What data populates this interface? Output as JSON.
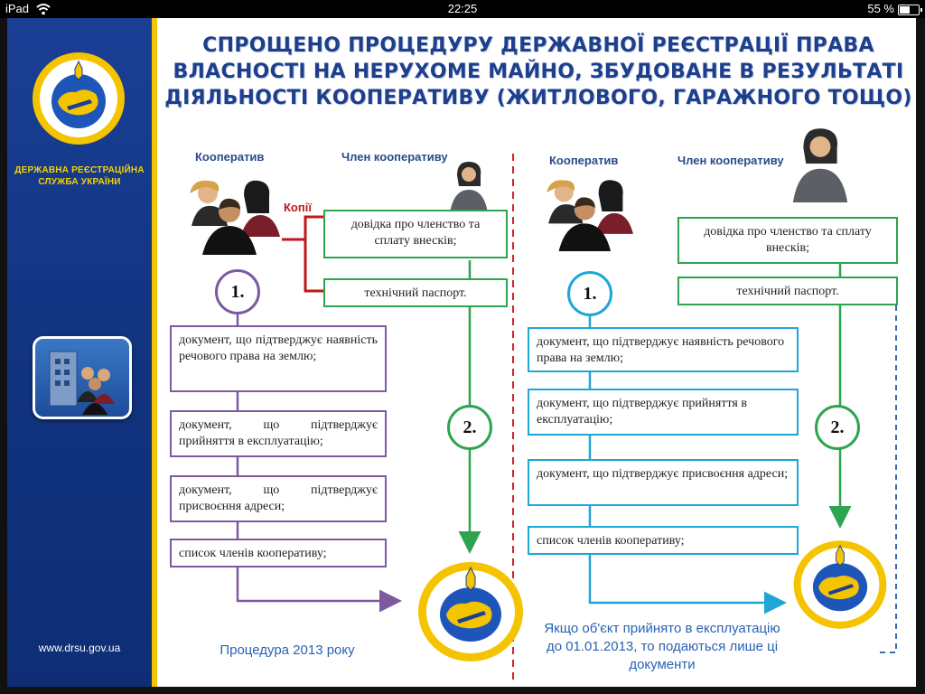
{
  "statusbar": {
    "device": "iPad",
    "time": "22:25",
    "battery": "55 %"
  },
  "sidebar": {
    "org_name": "ДЕРЖАВНА РЕЄСТРАЦІЙНА СЛУЖБА УКРАЇНИ",
    "website": "www.drsu.gov.ua",
    "emblem_icon": "drsu-emblem-icon",
    "app_icon": "people-building-icon"
  },
  "title": "СПРОЩЕНО ПРОЦЕДУРУ ДЕРЖАВНОЇ РЕЄСТРАЦІЇ ПРАВА ВЛАСНОСТІ НА НЕРУХОМЕ МАЙНО, ЗБУДОВАНЕ В РЕЗУЛЬТАТІ ДІЯЛЬНОСТІ КООПЕРАТИВУ (ЖИТЛОВОГО, ГАРАЖНОГО ТОЩО)",
  "left": {
    "cooperative_label": "Кооператив",
    "member_label": "Член кооперативу",
    "copies_label": "Копії",
    "member_docs": [
      "довідка про членство та сплату внесків;",
      "технічний паспорт."
    ],
    "coop_docs": [
      "документ, що підтверджує наявність речового права на землю;",
      "документ, що підтверджує прийняття в експлуатацію;",
      "документ, що підтверджує присвоєння адреси;",
      "список членів кооперативу;"
    ],
    "step1": "1.",
    "step2": "2.",
    "caption": "Процедура 2013 року"
  },
  "right": {
    "cooperative_label": "Кооператив",
    "member_label": "Член кооперативу",
    "member_docs": [
      "довідка про членство та сплату внесків;",
      "технічний паспорт."
    ],
    "coop_docs": [
      "документ, що підтверджує наявність речового права на землю;",
      "документ, що підтверджує прийняття в експлуатацію;",
      "документ, що підтверджує присвоєння адреси;",
      "список членів кооперативу;"
    ],
    "step1": "1.",
    "step2": "2.",
    "caption": "Якщо об'єкт прийнято в експлуатацію до 01.01.2013, то подаються лише ці документи"
  },
  "colors": {
    "blue": "#1a3f95",
    "yellow": "#f5c400",
    "purple": "#7d5aa0",
    "green": "#2ea44f",
    "cyan": "#1ea7d6",
    "red": "#c0171c"
  }
}
